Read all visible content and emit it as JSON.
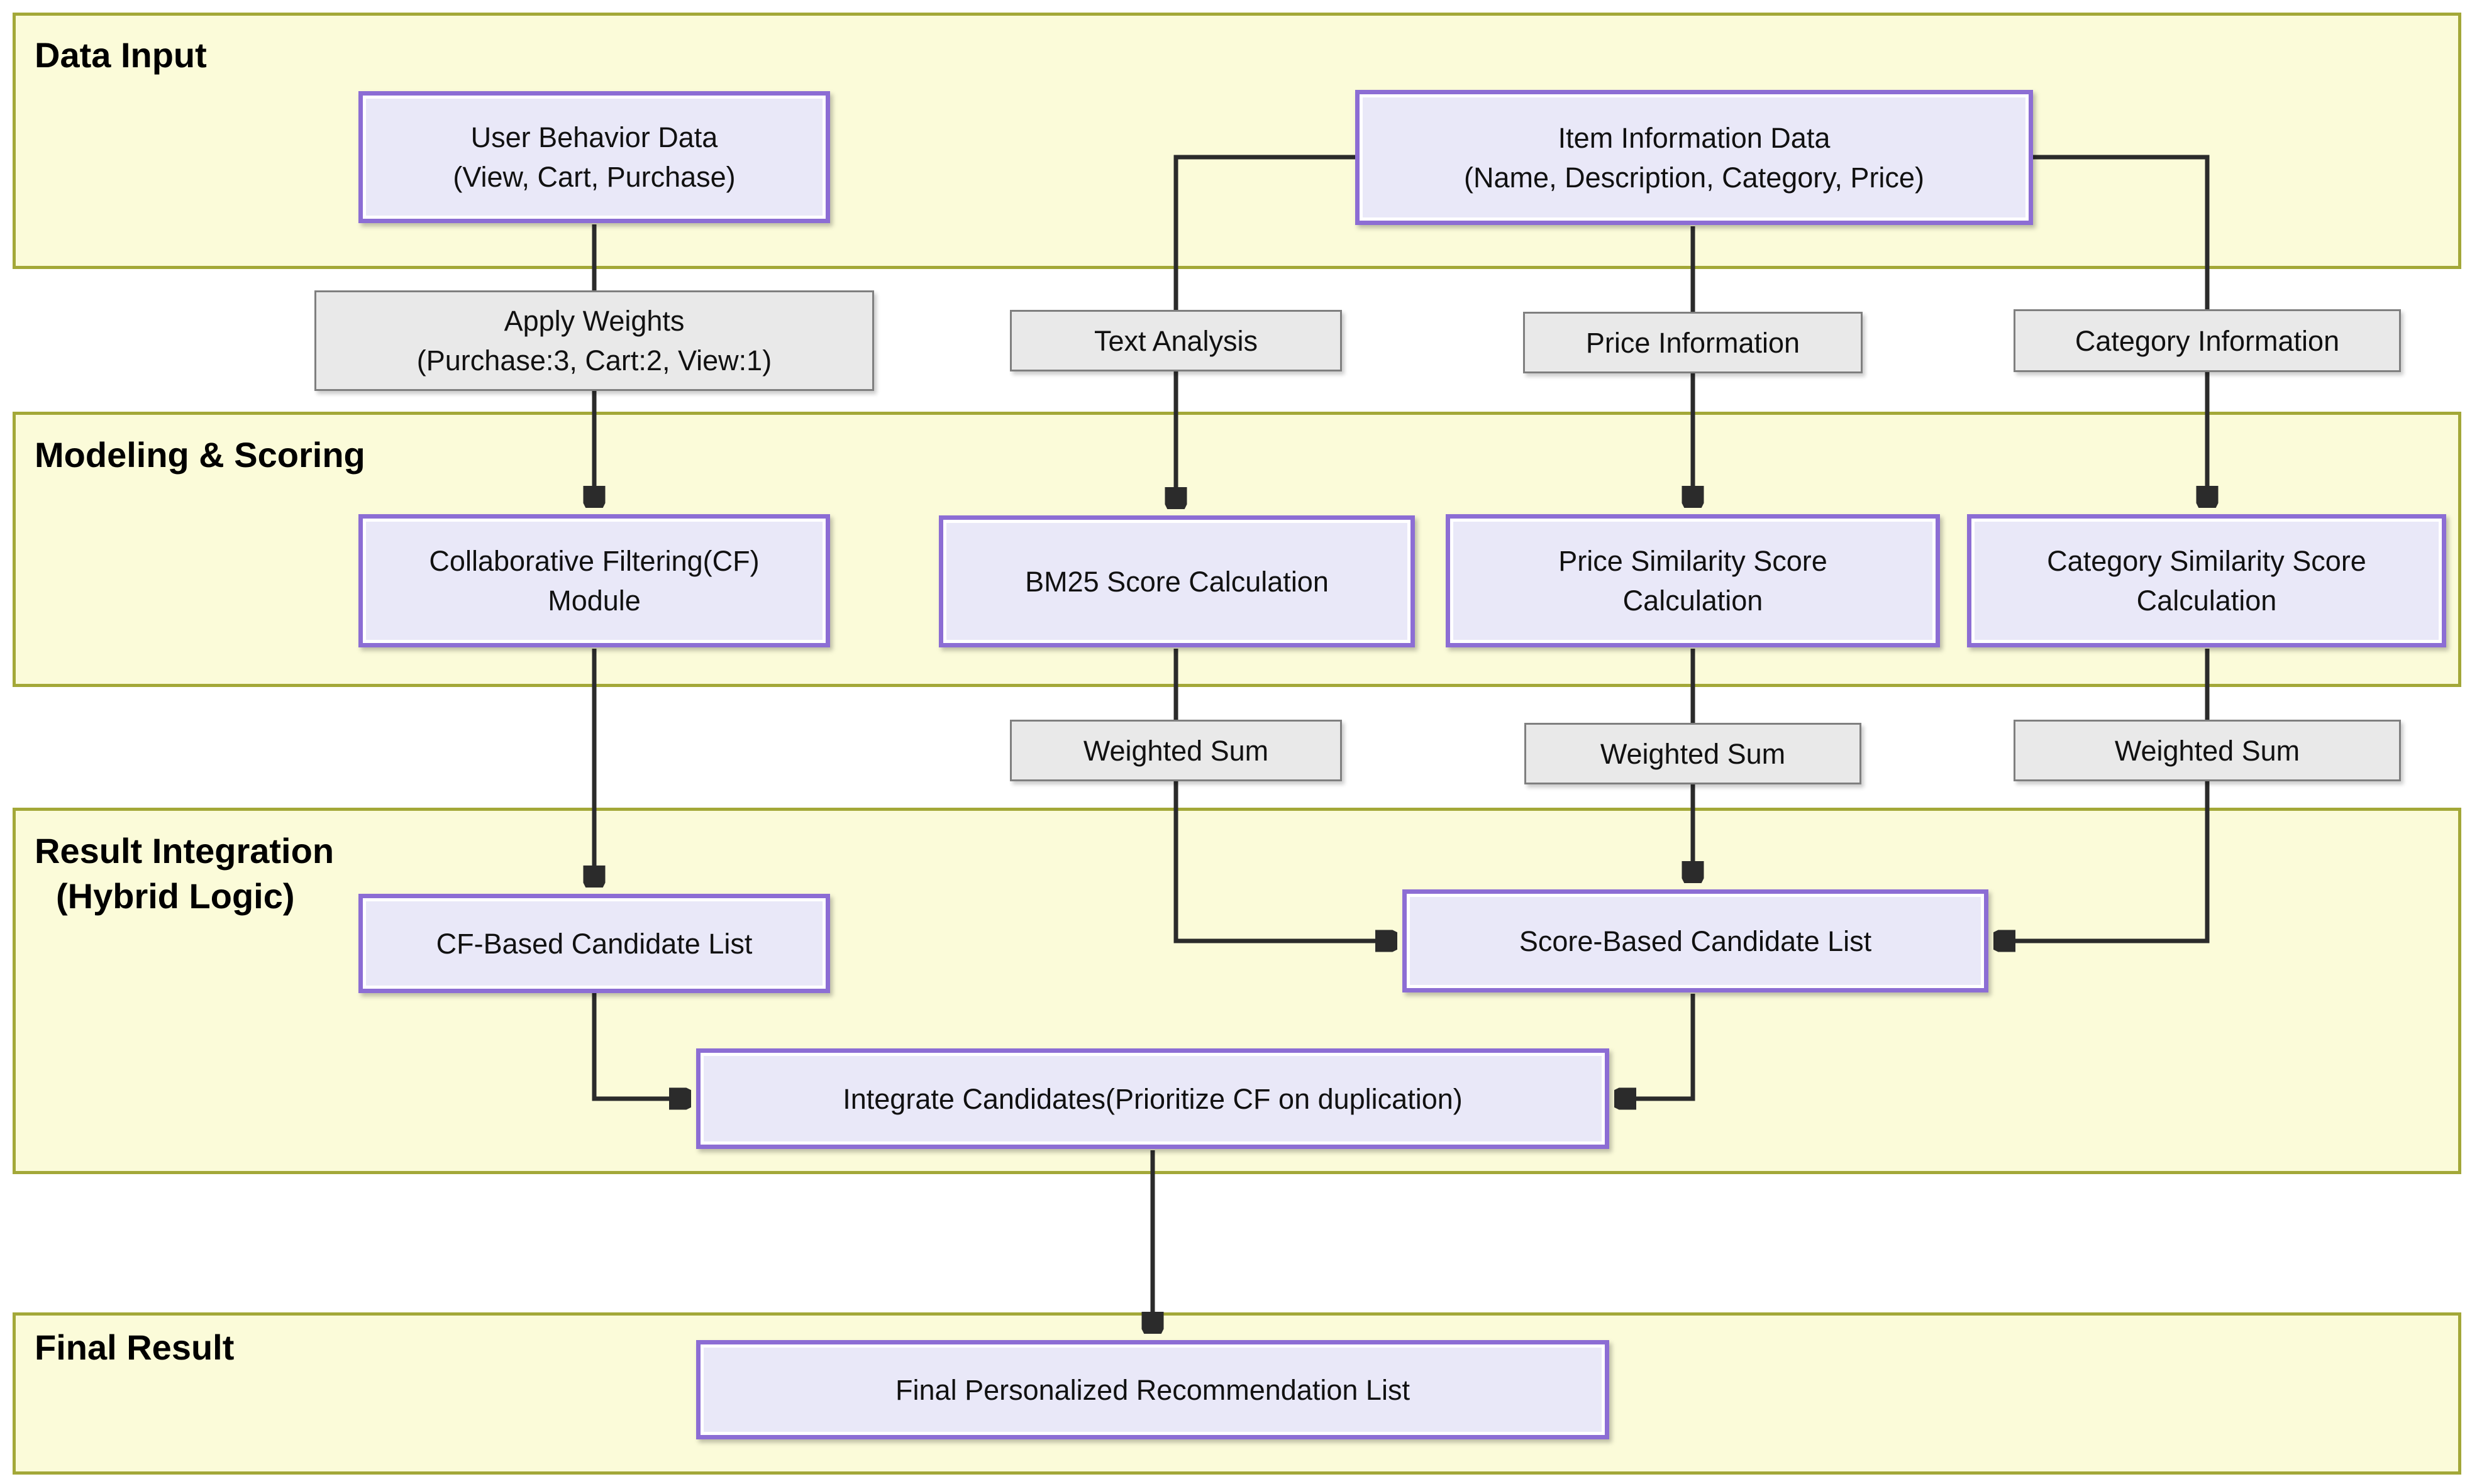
{
  "sections": {
    "data_input": {
      "label": "Data Input"
    },
    "modeling_scoring": {
      "label": "Modeling & Scoring"
    },
    "result_integration": {
      "label_line1": "Result Integration",
      "label_line2": "(Hybrid Logic)"
    },
    "final_result": {
      "label": "Final Result"
    }
  },
  "nodes": {
    "user_behavior": {
      "line1": "User Behavior Data",
      "line2": "(View, Cart, Purchase)"
    },
    "item_info": {
      "line1": "Item Information Data",
      "line2": "(Name, Description, Category, Price)"
    },
    "cf_module": {
      "line1": "Collaborative Filtering(CF)",
      "line2": "Module"
    },
    "bm25": {
      "line1": "BM25 Score Calculation"
    },
    "price_similarity": {
      "line1": "Price Similarity Score",
      "line2": "Calculation"
    },
    "category_similarity": {
      "line1": "Category Similarity Score",
      "line2": "Calculation"
    },
    "cf_candidate_list": {
      "line1": "CF-Based Candidate List"
    },
    "score_candidate_list": {
      "line1": "Score-Based Candidate List"
    },
    "integrate_candidates": {
      "line1": "Integrate Candidates(Prioritize CF on duplication)"
    },
    "final_recommendation": {
      "line1": "Final Personalized Recommendation List"
    }
  },
  "edge_labels": {
    "apply_weights": {
      "line1": "Apply Weights",
      "line2": "(Purchase:3, Cart:2, View:1)"
    },
    "text_analysis": {
      "line1": "Text Analysis"
    },
    "price_information": {
      "line1": "Price Information"
    },
    "category_information": {
      "line1": "Category Information"
    },
    "weighted_sum_bm25": {
      "line1": "Weighted Sum"
    },
    "weighted_sum_price": {
      "line1": "Weighted Sum"
    },
    "weighted_sum_category": {
      "line1": "Weighted Sum"
    }
  },
  "colors": {
    "section_fill": "#fbfbd9",
    "section_border": "#a3a838",
    "node_fill": "#e9e8f8",
    "node_border": "#8c6dd4",
    "edge_label_fill": "#e9e9e9",
    "edge_label_border": "#7f7f7f",
    "arrow": "#2b2b2b",
    "text": "#111111"
  }
}
